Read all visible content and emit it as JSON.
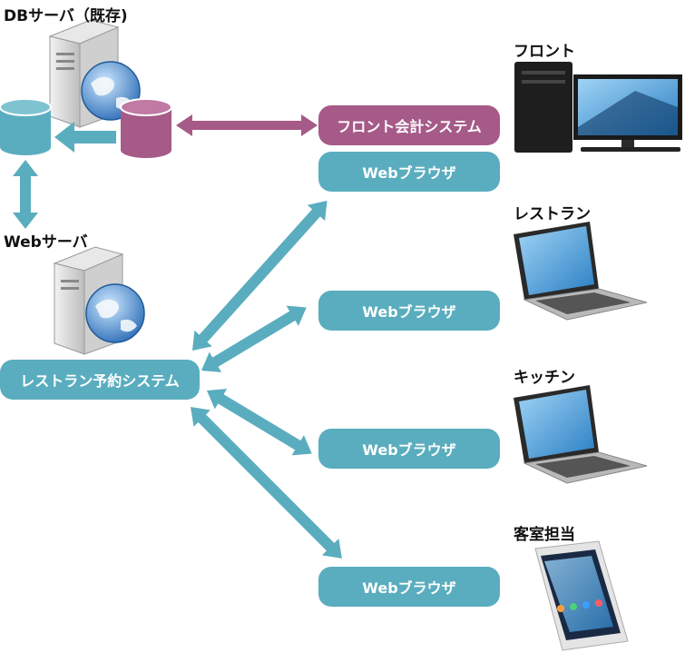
{
  "labels": {
    "db_server": "DBサーバ（既存)",
    "web_server": "Webサーバ",
    "front": "フロント",
    "restaurant": "レストラン",
    "kitchen": "キッチン",
    "guest_room": "客室担当"
  },
  "systems": {
    "front_accounting": "フロント会計システム",
    "restaurant_booking": "レストラン予約システム"
  },
  "browsers": [
    "Webブラウザ",
    "Webブラウザ",
    "Webブラウザ",
    "Webブラウザ"
  ],
  "colors": {
    "teal": "#5aadbe",
    "plum": "#a65a88"
  }
}
